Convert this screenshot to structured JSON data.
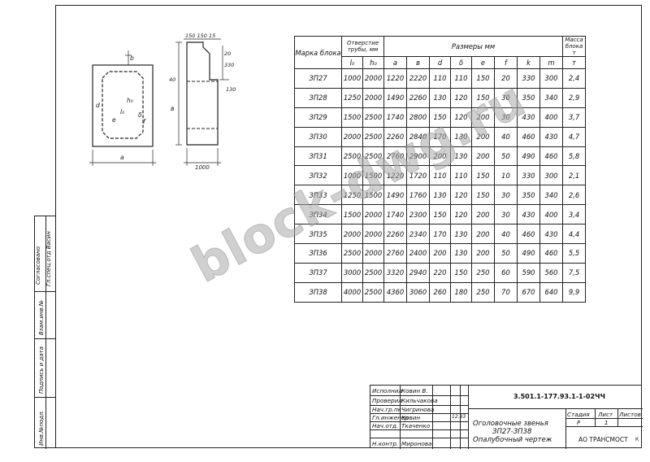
{
  "drawing": {
    "front_view": {
      "dim_a": "a",
      "dim_b": "b",
      "label_l0": "l₀",
      "label_h0": "h₀",
      "label_d": "d",
      "label_g": "δ",
      "label_e": "e",
      "label_f": "f"
    },
    "side_view": {
      "dim_top": "150 150 15",
      "dim_20": "20",
      "dim_330": "330",
      "dim_130": "130",
      "dim_40": "40",
      "dim_b": "в",
      "dim_bottom": "1000"
    }
  },
  "table": {
    "header": {
      "mark": "Марка блока",
      "opening": "Отверстие трубы, мм",
      "sizes": "Размеры мм",
      "mass": "Масса блока т"
    },
    "subheaders": [
      "l₀",
      "h₀",
      "a",
      "в",
      "d",
      "δ",
      "e",
      "f",
      "k",
      "m",
      "т"
    ],
    "rows": [
      [
        "ЗП27",
        "1000",
        "2000",
        "1220",
        "2220",
        "110",
        "110",
        "150",
        "20",
        "330",
        "300",
        "2,4"
      ],
      [
        "ЗП28",
        "1250",
        "2000",
        "1490",
        "2260",
        "130",
        "120",
        "150",
        "30",
        "350",
        "340",
        "2,9"
      ],
      [
        "ЗП29",
        "1500",
        "2500",
        "1740",
        "2800",
        "150",
        "120",
        "200",
        "30",
        "430",
        "400",
        "3,7"
      ],
      [
        "ЗП30",
        "2000",
        "2500",
        "2260",
        "2840",
        "170",
        "130",
        "200",
        "40",
        "460",
        "430",
        "4,7"
      ],
      [
        "ЗП31",
        "2500",
        "2500",
        "2760",
        "2900",
        "200",
        "130",
        "200",
        "50",
        "490",
        "460",
        "5,8"
      ],
      [
        "ЗП32",
        "1000",
        "1500",
        "1220",
        "1720",
        "110",
        "110",
        "150",
        "10",
        "330",
        "300",
        "2,1"
      ],
      [
        "ЗП33",
        "1250",
        "1500",
        "1490",
        "1760",
        "130",
        "120",
        "150",
        "30",
        "350",
        "340",
        "2,6"
      ],
      [
        "ЗП34",
        "1500",
        "2000",
        "1740",
        "2300",
        "150",
        "120",
        "200",
        "30",
        "430",
        "400",
        "3,4"
      ],
      [
        "ЗП35",
        "2000",
        "2000",
        "2260",
        "2340",
        "170",
        "130",
        "200",
        "40",
        "460",
        "430",
        "4,4"
      ],
      [
        "ЗП36",
        "2500",
        "2000",
        "2760",
        "2400",
        "200",
        "130",
        "200",
        "50",
        "490",
        "460",
        "5,5"
      ],
      [
        "ЗП37",
        "3000",
        "2500",
        "3320",
        "2940",
        "220",
        "150",
        "250",
        "60",
        "590",
        "560",
        "7,5"
      ],
      [
        "ЗП38",
        "4000",
        "2500",
        "4360",
        "3060",
        "260",
        "180",
        "250",
        "70",
        "670",
        "640",
        "9,9"
      ]
    ]
  },
  "title_block": {
    "roles": [
      "Исполнил",
      "Проверил",
      "Нач.гр.пк",
      "Гл.инженер",
      "Нач.отд.",
      "Н.контр."
    ],
    "names": [
      "Ковин В.",
      "Кильчакова",
      "Чигринова",
      "Ковин",
      "Ткаченко",
      "Миронова"
    ],
    "date": "12.93",
    "code": "3.501.1-177.93.1-1-02ЧЧ",
    "title_line1": "Оголовочные звенья",
    "title_line2": "ЗП27-ЗП38",
    "title_line3": "Опалубочный чертеж",
    "stage_label": "Стадия",
    "sheet_label": "Лист",
    "sheets_label": "Листов",
    "stage_value": "Р",
    "sheet_value": "1",
    "org": "АО ТРАНСМОСТ",
    "format": "К"
  },
  "left_stamps": {
    "agreed": "Согласовано",
    "agreed_cols": "Гл.спец.отд  Васин",
    "cols": [
      "Взам.инв.№",
      "Подпись и дата",
      "Инв.№подл."
    ]
  },
  "watermark": "block-dwg.ru"
}
